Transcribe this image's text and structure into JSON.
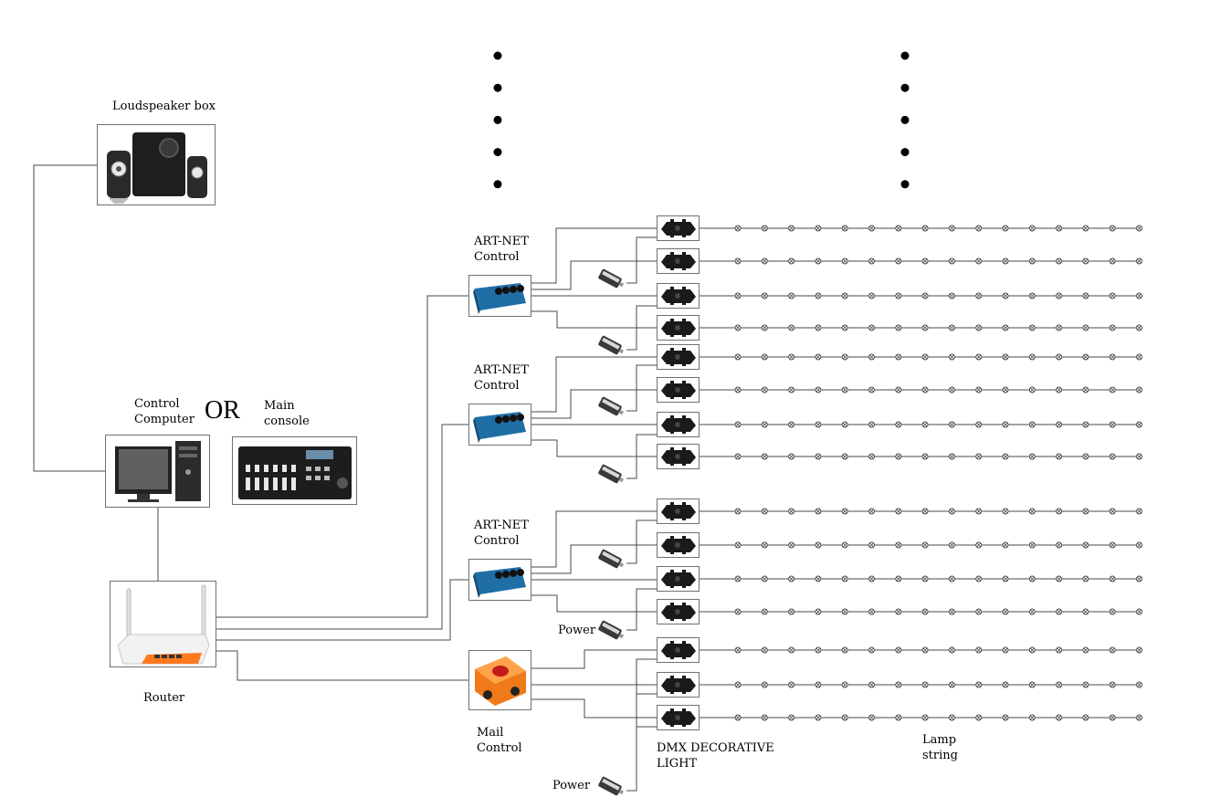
{
  "labels": {
    "speaker": "Loudspeaker box",
    "computer": "Control\nComputer",
    "or": "OR",
    "console": "Main\nconsole",
    "router": "Router",
    "artnet_1": "ART-NET\nControl",
    "artnet_2": "ART-NET\nControl",
    "artnet_3": "ART-NET\nControl",
    "mail_control": "Mail\nControl",
    "power_1": "Power",
    "power_2": "Power",
    "dmx_light": "DMX DECORATIVE\nLIGHT",
    "lamp_string": "Lamp\nstring"
  },
  "devices": {
    "speaker": "loudspeaker-photo",
    "computer": "desktop-computer-photo",
    "console": "lighting-console-photo",
    "router": "wifi-router-photo",
    "artnet": "artnet-node-photo",
    "mail_control": "dmx-interface-photo",
    "dmx_light": "dmx-decorator-photo",
    "power": "power-supply-photo"
  },
  "lamp_strings": {
    "row_count": 15,
    "lamps_per_string": 16
  },
  "continuation_dots": 5,
  "colors": {
    "line": "#4a4a4a",
    "artnet_blue": "#1f6fa6",
    "mail_orange": "#f07a1a",
    "router_orange": "#ff7a1f",
    "decorator_black": "#1a1a1a"
  }
}
